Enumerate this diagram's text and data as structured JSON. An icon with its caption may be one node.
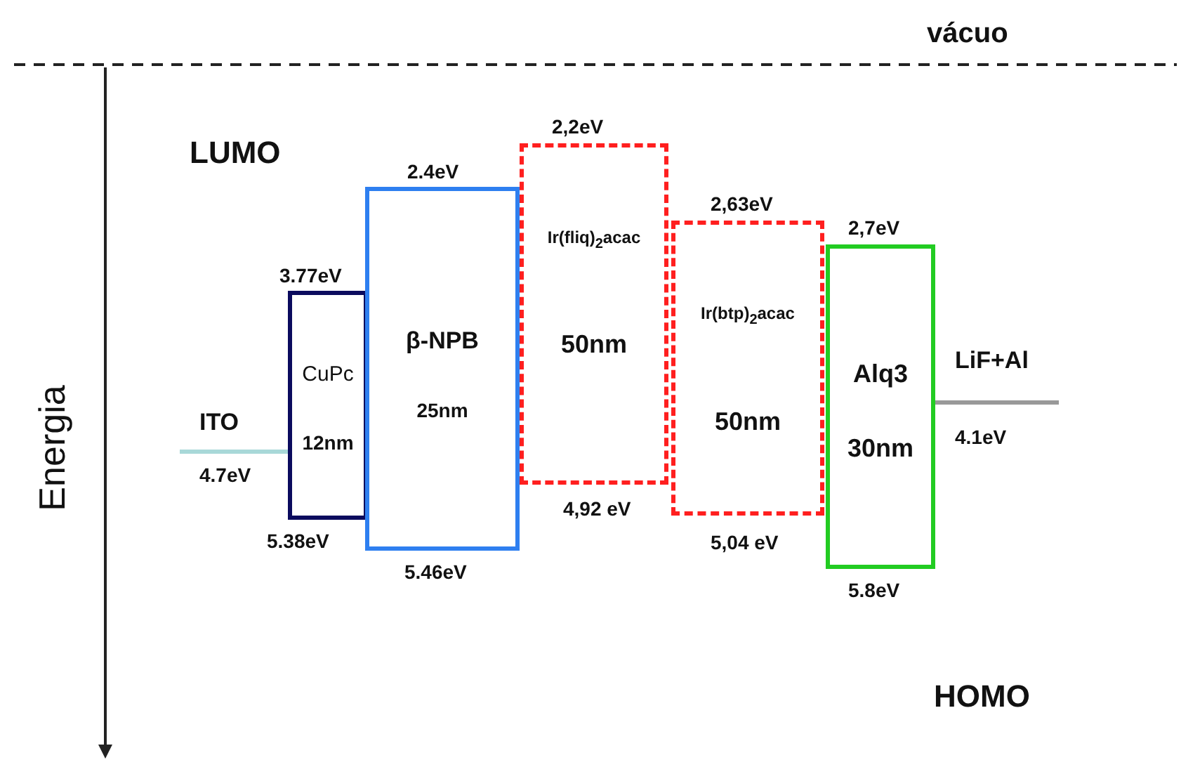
{
  "diagram": {
    "nodes": [
      {
        "text": [
          "ITO"
        ],
        "beside": [
          "4.7eV"
        ]
      },
      {
        "text": [
          "CuPc",
          "12nm"
        ],
        "beside": [
          "3.77eV",
          "5.38eV"
        ]
      },
      {
        "text": [
          "β-NPB",
          "25nm"
        ],
        "beside": [
          "2.4eV",
          "5.46eV"
        ]
      },
      {
        "text": [
          "Ir(fliq)$_{2}$acac",
          "50nm"
        ],
        "beside": [
          "2,2eV",
          "4,92 eV"
        ]
      },
      {
        "text": [
          "Ir(btp)$_{2}$acac",
          "50nm"
        ],
        "beside": [
          "2,63eV",
          "5,04 eV"
        ]
      },
      {
        "text": [
          "Alq3",
          "30nm"
        ],
        "beside": [
          "2,7eV",
          "5.8eV"
        ]
      },
      {
        "text": [
          "LiF+Al"
        ],
        "beside": [
          "4.1eV"
        ]
      }
    ],
    "labels": [
      "vácuo",
      "LUMO",
      "Energia",
      "HOMO"
    ]
  }
}
